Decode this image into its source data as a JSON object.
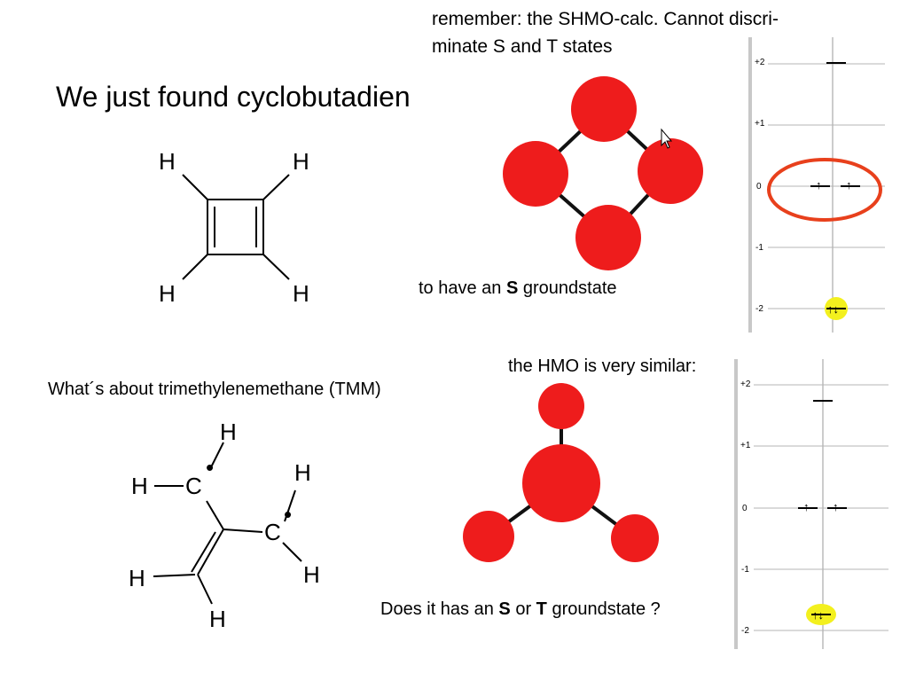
{
  "slide": {
    "remember_line1": "remember: the SHMO-calc. Cannot discri-",
    "remember_line2": "minate S and T states",
    "headline": "We just found cyclobutadien",
    "s_ground": {
      "prefix": "to have an ",
      "bold": "S",
      "suffix": " groundstate"
    },
    "hmo_similar": "the HMO is very similar:",
    "tmm_question": "What´s about trimethylenemethane (TMM)",
    "does_it": {
      "prefix": "Does it has an ",
      "bold1": "S",
      "middle": " or ",
      "bold2": "T",
      "suffix": " groundstate ?"
    }
  },
  "cyclobutadiene": {
    "atoms": {
      "h_top_left": "H",
      "h_top_right": "H",
      "h_bottom_left": "H",
      "h_bottom_right": "H"
    }
  },
  "tmm": {
    "atoms": {
      "c_left": "C",
      "c_right": "C",
      "h_top": "H",
      "h_left": "H",
      "h_upper_right": "H",
      "h_lower_right": "H",
      "h_bottom_left": "H",
      "h_bottom": "H"
    },
    "radical": "•"
  },
  "energy_diagram_top": {
    "ticks": [
      "+2",
      "+1",
      "0",
      "-1",
      "-2"
    ],
    "electron_labels": {
      "singly_occupied": "↑",
      "doubly_occupied": "↑↓"
    }
  },
  "energy_diagram_bottom": {
    "ticks": [
      "+2",
      "+1",
      "0",
      "-1",
      "-2"
    ],
    "electron_labels": {
      "singly_occupied": "↑",
      "doubly_occupied": "↑↓"
    }
  },
  "colors": {
    "atom_red": "#ee1c1c",
    "highlight_yellow": "#f3f01e",
    "ellipse_orange": "#e8401c",
    "axis_gray": "#c8c8c8",
    "grid_gray": "#b4b4b4"
  }
}
